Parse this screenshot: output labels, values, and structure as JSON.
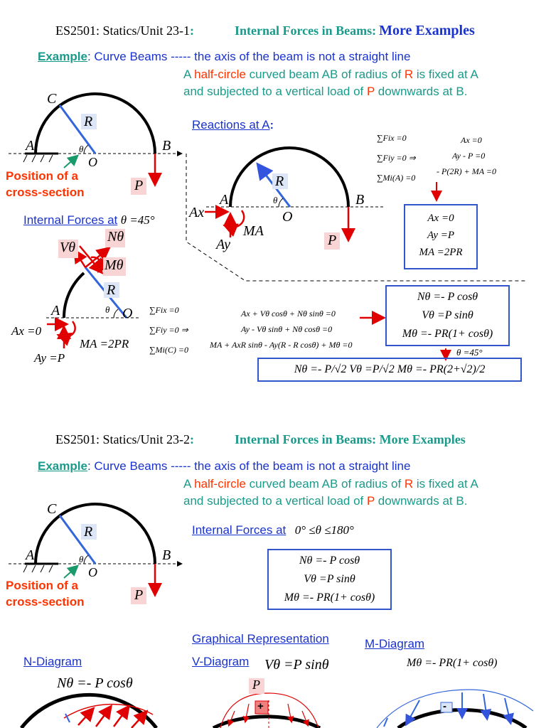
{
  "slide1": {
    "unit_header": "ES2501: Statics/Unit 23-1",
    "colon": ":",
    "title_teal": "Internal Forces in Beams:",
    "title_blue": "More Examples",
    "example_word": "Example",
    "example_colon": ":",
    "example_text": "Curve Beams ----- the axis of the beam is not a straight line",
    "desc_parts": [
      "A ",
      "half-circle",
      " curved beam AB of radius of ",
      "R",
      " is fixed at A"
    ],
    "desc_line2_parts": [
      "and subjected to a vertical load of ",
      "P",
      " downwards at B."
    ],
    "position_label": [
      "Position of a",
      "cross-section"
    ],
    "reactions_label": "Reactions at A",
    "reactions_colon": ":",
    "internal_forces_label": "Internal Forces at",
    "theta_45": "θ =45°",
    "labels": {
      "C": "C",
      "R": "R",
      "A": "A",
      "B": "B",
      "O": "O",
      "P": "P",
      "theta": "θ",
      "Ax": "Ax",
      "Ay": "Ay",
      "MA": "MA",
      "Ntheta": "Nθ",
      "Vtheta": "Vθ",
      "Mtheta": "Mθ",
      "Ax0": "Ax =0",
      "AyP": "Ay =P",
      "MA2PR": "MA =2PR"
    },
    "equilibrium_A": [
      "∑Fix =0",
      "∑Fiy =0  ⇒",
      "∑Mi(A) =0"
    ],
    "equilibrium_A_results": [
      "Ax =0",
      "Ay - P =0",
      "- P(2R) + MA =0"
    ],
    "reaction_box": [
      "Ax =0",
      "Ay =P",
      "MA =2PR"
    ],
    "equilibrium_C": [
      "∑Fix =0",
      "∑Fiy =0  ⇒",
      "∑Mi(C) =0"
    ],
    "equilibrium_C_results": [
      "Ax + Vθ cosθ + Nθ sinθ =0",
      "Ay - Vθ sinθ + Nθ cosθ =0",
      "MA + AxR sinθ - Ay(R - R cosθ) + Mθ =0"
    ],
    "internal_box": [
      "Nθ =- P cosθ",
      "Vθ =P sinθ",
      "Mθ =- PR(1+ cosθ)"
    ],
    "theta45_arrow_label": "θ =45°",
    "result_box": "Nθ =- P/√2    Vθ =P/√2    Mθ =- PR(2+√2)/2"
  },
  "slide2": {
    "unit_header": "ES2501: Statics/Unit 23-2",
    "colon": ":",
    "title_teal": "Internal Forces in Beams: More Examples",
    "example_word": "Example",
    "example_colon": ":",
    "example_text": "Curve Beams ----- the axis of the beam is not a straight line",
    "desc_parts": [
      "A ",
      "half-circle",
      " curved beam AB of radius of ",
      "R",
      " is fixed at A"
    ],
    "desc_line2_parts": [
      "and subjected to a vertical load of ",
      "P",
      " downwards at B."
    ],
    "position_label": [
      "Position of a",
      "cross-section"
    ],
    "internal_forces_label": "Internal Forces at",
    "range": "0° ≤θ ≤180°",
    "internal_box": [
      "Nθ =- P cosθ",
      "Vθ =P sinθ",
      "Mθ =- PR(1+ cosθ)"
    ],
    "graphical_label": "Graphical Representation",
    "n_diagram": "N-Diagram",
    "v_diagram": "V-Diagram",
    "m_diagram": "M-Diagram",
    "n_eq": "Nθ =- P cosθ",
    "v_eq": "Vθ =P sinθ",
    "m_eq": "Mθ =- PR(1+ cosθ)",
    "plus": "+",
    "minus": "-",
    "labels": {
      "C": "C",
      "R": "R",
      "A": "A",
      "B": "B",
      "O": "O",
      "P": "P",
      "theta": "θ"
    }
  },
  "colors": {
    "teal": "#1a9a8a",
    "blue": "#1a33cc",
    "red": "#ff3300",
    "box": "#3355cc",
    "pink": "#f9d4d4",
    "lightblue": "#dde6f7"
  }
}
